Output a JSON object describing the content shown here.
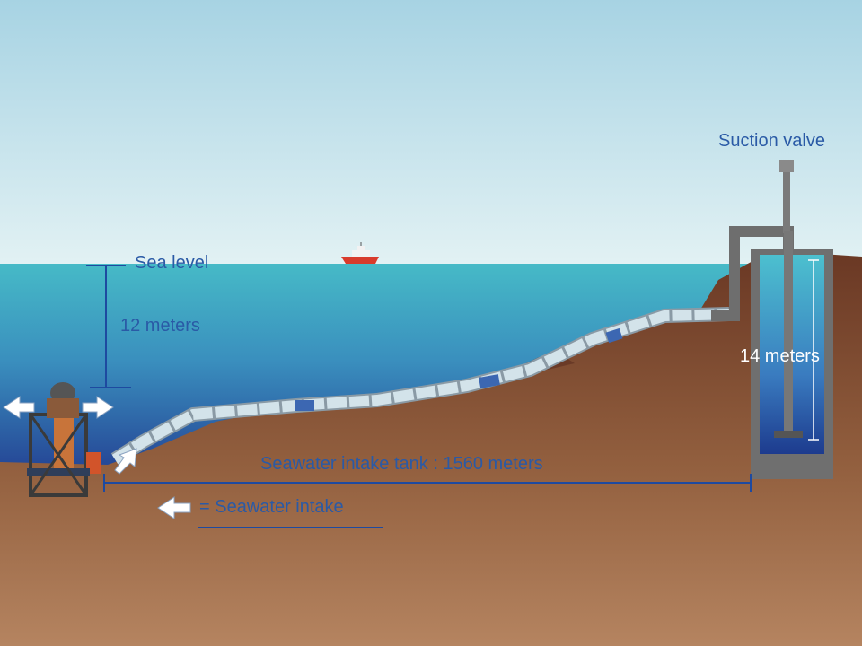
{
  "labels": {
    "suction_valve": "Suction valve",
    "sea_level": "Sea level",
    "depth": "12 meters",
    "tank_depth": "14 meters",
    "pipe_length": "Seawater intake tank : 1560 meters",
    "legend": "= Seawater intake"
  },
  "colors": {
    "label_text": "#2a5aa6",
    "tank_label_text": "#ffffff",
    "sky_top": "#a7d3e3",
    "sky_bottom": "#dff0f3",
    "sea_top": "#3fb4c4",
    "sea_bottom": "#274d9a",
    "ground_top": "#6b3a26",
    "ground_bottom": "#ad7a55",
    "pipe": "#c9dce6",
    "pipe_accent": "#3c67b2",
    "measure_line": "#1e4aa0"
  },
  "icons": {
    "pump": "submersible-pump-icon",
    "intake_arrow": "arrow-icon",
    "ship": "ship-icon",
    "tank": "intake-tank",
    "valve": "suction-valve-pipe"
  }
}
